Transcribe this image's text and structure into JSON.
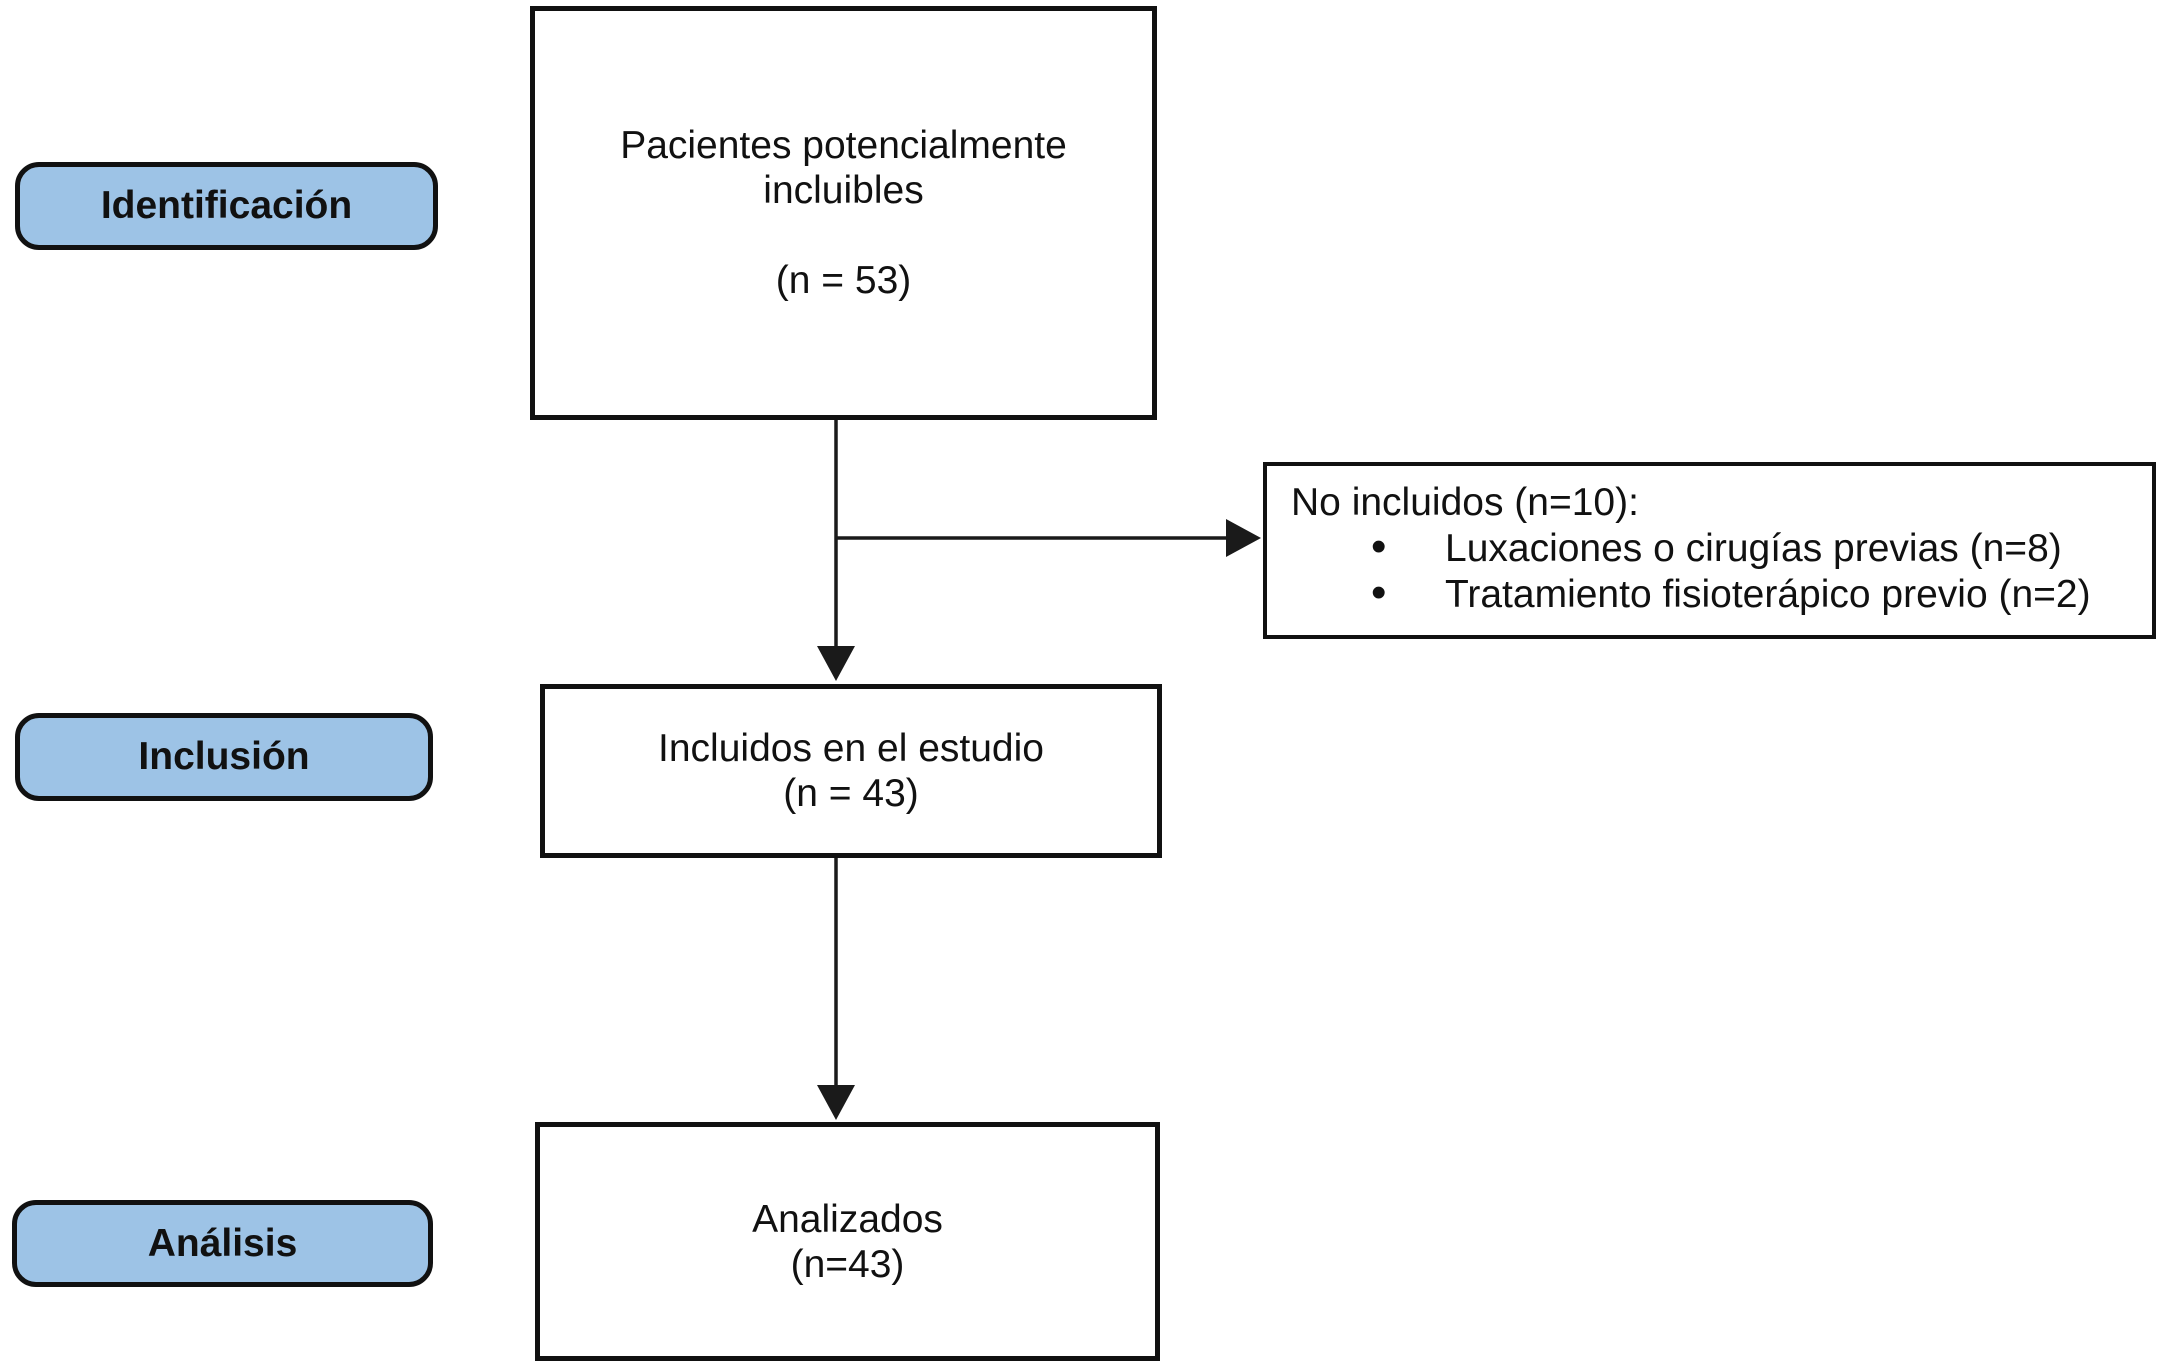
{
  "diagram": {
    "stages": [
      {
        "label": "Identificación"
      },
      {
        "label": "Inclusión"
      },
      {
        "label": "Análisis"
      }
    ],
    "flow_boxes": [
      {
        "lines": [
          "Pacientes potencialmente",
          "incluibles"
        ],
        "n": "(n = 53)"
      },
      {
        "lines": [
          "Incluidos en el estudio"
        ],
        "n": "(n = 43)"
      },
      {
        "lines": [
          "Analizados"
        ],
        "n": "(n=43)"
      }
    ],
    "excluded_box": {
      "title": "No incluidos (n=10):",
      "items": [
        "Luxaciones o cirugías previas (n=8)",
        "Tratamiento fisioterápico previo (n=2)"
      ],
      "bullet_glyph": "•"
    },
    "colors": {
      "stage_fill": "#9DC3E6",
      "line": "#1A1A1A",
      "background": "#FFFFFF"
    }
  }
}
